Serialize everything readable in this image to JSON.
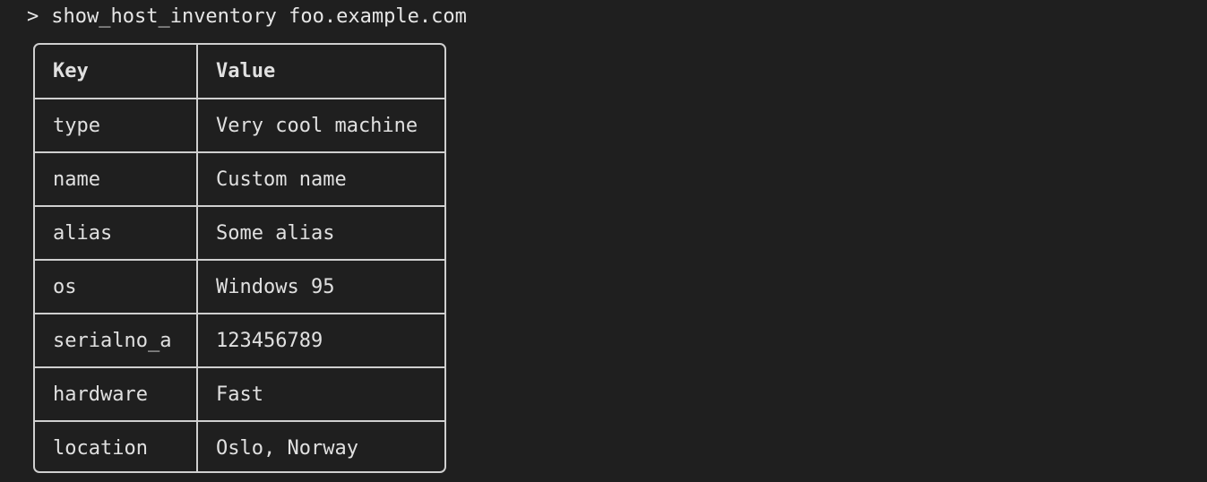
{
  "command": {
    "prompt": ">",
    "text": "show_host_inventory foo.example.com"
  },
  "table": {
    "headers": {
      "key": "Key",
      "value": "Value"
    },
    "rows": [
      {
        "key": "type",
        "value": "Very cool machine"
      },
      {
        "key": "name",
        "value": "Custom name"
      },
      {
        "key": "alias",
        "value": "Some alias"
      },
      {
        "key": "os",
        "value": "Windows 95"
      },
      {
        "key": "serialno_a",
        "value": "123456789"
      },
      {
        "key": "hardware",
        "value": "Fast"
      },
      {
        "key": "location",
        "value": "Oslo, Norway"
      }
    ]
  },
  "colors": {
    "background": "#1f1f1f",
    "text": "#e0e0e0",
    "border": "#cfcfcf"
  }
}
